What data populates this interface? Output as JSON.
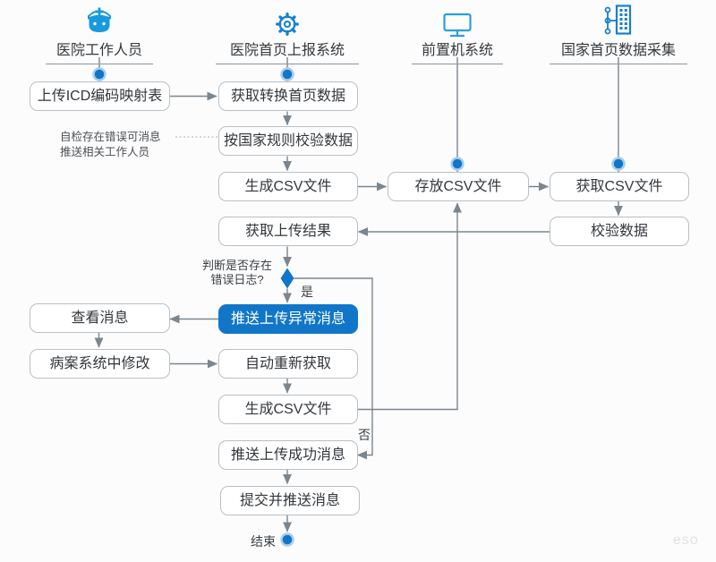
{
  "diagram": {
    "lanes": [
      {
        "title": "医院工作人员",
        "icon": "nurse-icon"
      },
      {
        "title": "医院首页上报系统",
        "icon": "gear-icon"
      },
      {
        "title": "前置机系统",
        "icon": "monitor-icon"
      },
      {
        "title": "国家首页数据采集",
        "icon": "data-collection-icon"
      }
    ],
    "nodes": {
      "upload_icd": "上传ICD编码映射表",
      "fetch_convert": "获取转换首页数据",
      "validate_national": "按国家规则校验数据",
      "gen_csv_1": "生成CSV文件",
      "store_csv": "存放CSV文件",
      "fetch_csv": "获取CSV文件",
      "validate_data": "校验数据",
      "fetch_result": "获取上传结果",
      "push_error": "推送上传异常消息",
      "view_message": "查看消息",
      "modify_record": "病案系统中修改",
      "auto_refetch": "自动重新获取",
      "gen_csv_2": "生成CSV文件",
      "push_success": "推送上传成功消息",
      "submit_push": "提交并推送消息"
    },
    "labels": {
      "decision_line1": "判断是否存在",
      "decision_line2": "错误日志?",
      "yes": "是",
      "no": "否",
      "end": "结束",
      "annotation_line1": "自检存在错误可消息",
      "annotation_line2": "推送相关工作人员"
    },
    "watermark": "eso",
    "colors": {
      "accent_blue": "#1176c8",
      "icon_blue": "#189ade",
      "line_gray": "#7b858e",
      "box_border": "#b9bfc5"
    }
  }
}
